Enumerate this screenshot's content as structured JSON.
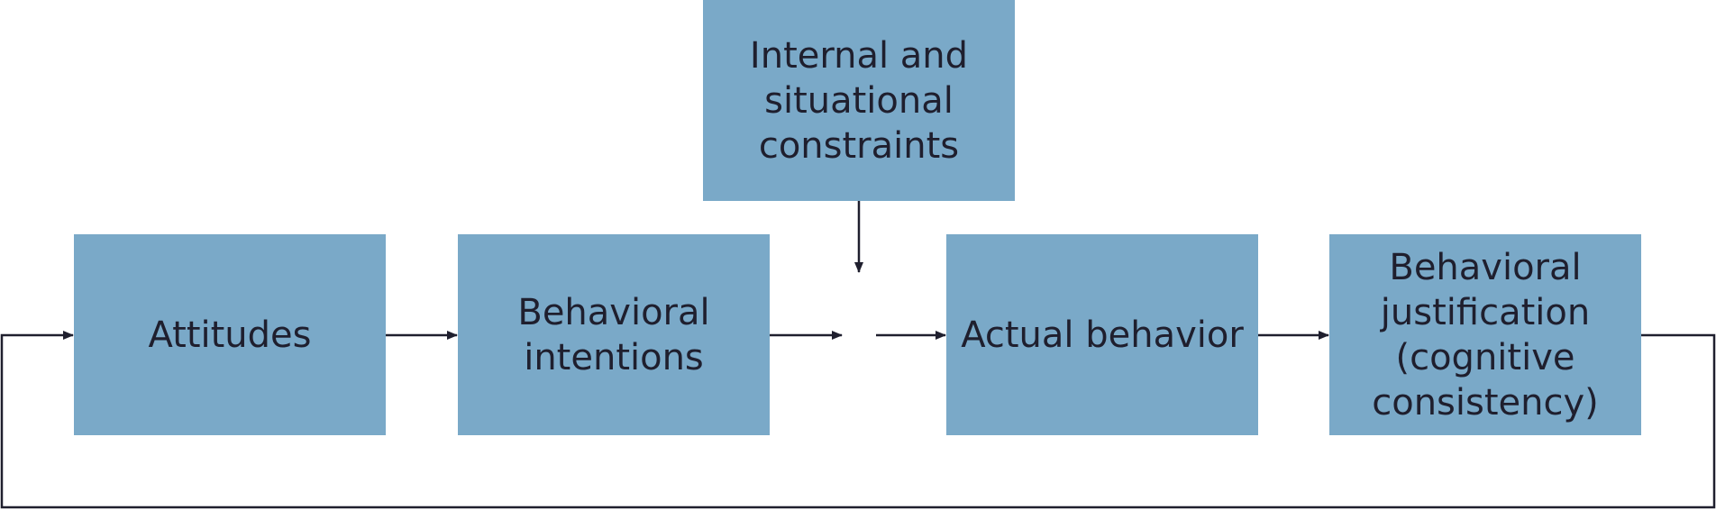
{
  "diagram": {
    "nodes": {
      "attitudes": {
        "label": "Attitudes"
      },
      "intentions": {
        "label": "Behavioral intentions"
      },
      "constraints": {
        "label": "Internal and situational constraints"
      },
      "actual": {
        "label": "Actual behavior"
      },
      "justification": {
        "label": "Behavioral justification (cognitive consistency)"
      }
    },
    "edges": [
      {
        "from": "attitudes",
        "to": "intentions"
      },
      {
        "from": "intentions",
        "to": "actual"
      },
      {
        "from": "constraints",
        "to": "actual"
      },
      {
        "from": "actual",
        "to": "justification"
      },
      {
        "from": "justification",
        "to": "attitudes"
      }
    ],
    "colors": {
      "box_fill": "#7aa9c8",
      "text": "#1f1f2e",
      "line": "#1f1f2e"
    }
  }
}
